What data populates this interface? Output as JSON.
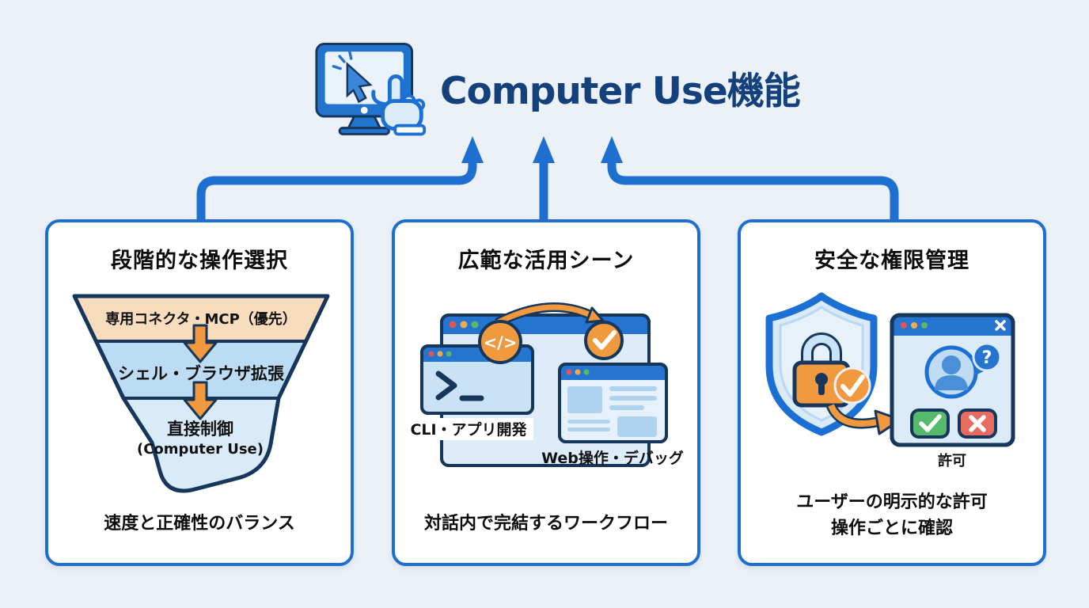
{
  "header": {
    "title": "Computer Use機能"
  },
  "cards": [
    {
      "title": "段階的な操作選択",
      "funnel_levels": [
        "専用コネクタ・MCP（優先）",
        "シェル・ブラウザ拡張",
        "直接制御",
        "(Computer Use)"
      ],
      "caption": "速度と正確性のバランス"
    },
    {
      "title": "広範な活用シーン",
      "code_badge": "</>",
      "terminal_label": "CLI・アプリ開発",
      "browser_label": "Web操作・デバッグ",
      "caption": "対話内で完結するワークフロー"
    },
    {
      "title": "安全な権限管理",
      "dialog_label": "許可",
      "question_mark": "?",
      "caption_lines": [
        "ユーザーの明示的な許可",
        "操作ごとに確認"
      ]
    }
  ],
  "colors": {
    "background": "#ECF1F7",
    "accent_blue": "#1F6FD0",
    "titlebar_blue": "#2574CF",
    "navy_outline": "#17365C",
    "title_navy": "#14417C",
    "orange": "#F0993E",
    "funnel_peach": "#F8DCBE",
    "funnel_blue": "#BBDCF2",
    "funnel_light_blue": "#D9EAF8",
    "approve_green": "#57BA6A",
    "deny_red": "#E86B5F",
    "dot_red": "#E05555",
    "dot_yellow": "#F0AC4A",
    "dot_green": "#59B868"
  }
}
